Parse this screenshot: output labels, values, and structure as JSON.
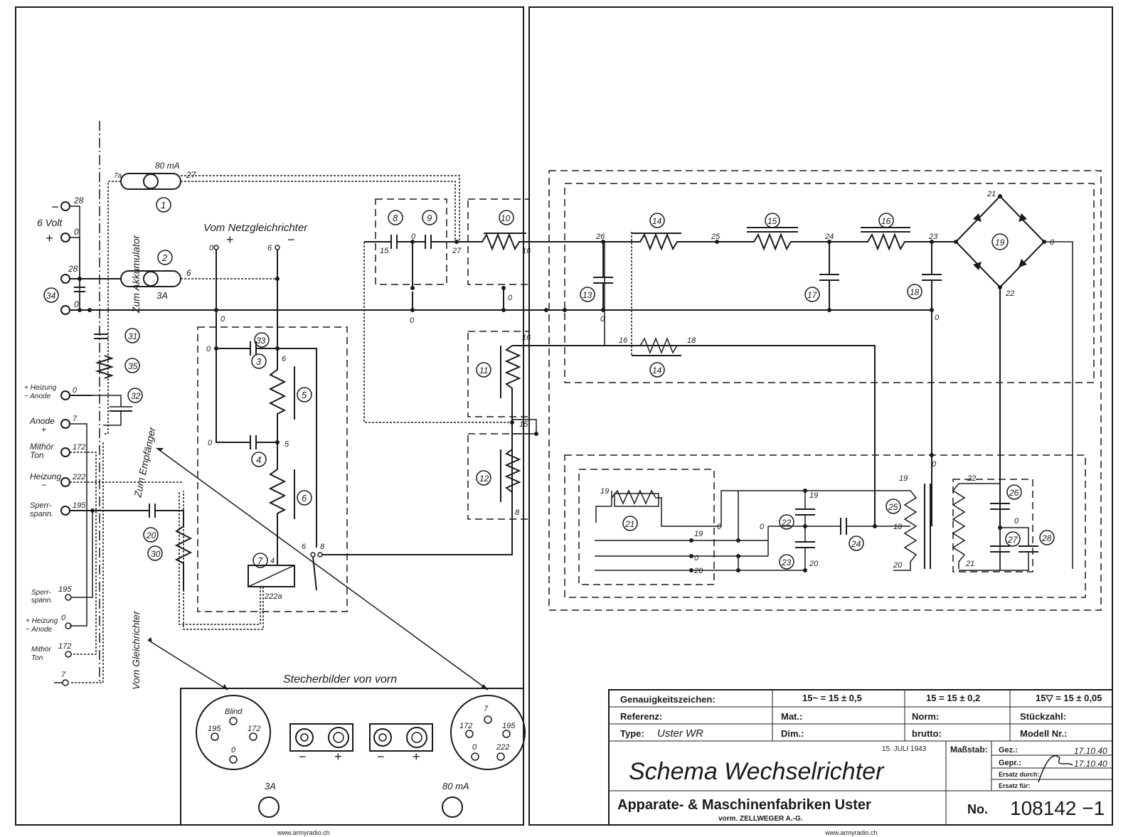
{
  "labels": {
    "battery_volt": "6 Volt",
    "zum_akkumulator": "Zum Akkumulator",
    "vom_netzgleichrichter": "Vom Netzgleichrichter",
    "zum_empfaenger": "Zum Empfänger",
    "vom_gleichrichter": "Vom Gleichrichter",
    "stecker_title": "Stecherbilder von vorn",
    "fuse_80ma": "80 mA",
    "fuse_3a": "3A",
    "plus": "+",
    "minus": "−"
  },
  "left_terminals": [
    {
      "label": "−",
      "num": "28"
    },
    {
      "label": "+",
      "num": "0"
    },
    {
      "label": "",
      "num": "28"
    },
    {
      "label": "",
      "num": "0"
    }
  ],
  "left_bottom_terminals": [
    {
      "label1": "+ Heizung",
      "label2": "− Anode",
      "num": "0"
    },
    {
      "label1": "Anode",
      "label2": "+",
      "num": "7"
    },
    {
      "label1": "Mithör",
      "label2": "Ton",
      "num": "172"
    },
    {
      "label1": "Heizung",
      "label2": "−",
      "num": "222"
    },
    {
      "label1": "Sperr-",
      "label2": "spann.",
      "num": "195"
    }
  ],
  "lower_terminals": [
    {
      "label1": "Sperr-",
      "label2": "spann.",
      "num": "195"
    },
    {
      "label1": "+ Heizung",
      "label2": "− Anode",
      "num": "0"
    },
    {
      "label1": "Mithör",
      "label2": "Ton",
      "num": "172"
    },
    {
      "label1": "",
      "label2": "",
      "num": "7"
    }
  ],
  "components": [
    "1",
    "2",
    "3",
    "4",
    "5",
    "6",
    "7",
    "8",
    "9",
    "10",
    "11",
    "12",
    "13",
    "14",
    "14",
    "15",
    "16",
    "17",
    "18",
    "19",
    "20",
    "21",
    "22",
    "23",
    "24",
    "25",
    "26",
    "27",
    "28",
    "30",
    "31",
    "32",
    "33",
    "34",
    "35"
  ],
  "node_labels": [
    "7a",
    "27",
    "6",
    "0",
    "6",
    "0",
    "6",
    "5",
    "4",
    "222a",
    "6",
    "8",
    "15",
    "0",
    "27",
    "0",
    "16",
    "0",
    "16",
    "15",
    "8",
    "26",
    "25",
    "24",
    "23",
    "21",
    "0",
    "22",
    "0",
    "0",
    "0",
    "16",
    "18",
    "0",
    "19",
    "19",
    "0",
    "0",
    "19",
    "0",
    "20",
    "0",
    "20",
    "19",
    "18",
    "20",
    "22",
    "0",
    "21"
  ],
  "plugs": {
    "left": {
      "pins": [
        "Blind",
        "195",
        "172",
        "0"
      ]
    },
    "right": {
      "pins": [
        "7",
        "172",
        "195",
        "0",
        "222"
      ]
    },
    "fuse_3a": "3A",
    "fuse_80ma": "80 mA",
    "signs": [
      "−",
      "+",
      "−",
      "+"
    ]
  },
  "title_block": {
    "genauigkeit_label": "Genauigkeitszeichen:",
    "tol1": "15~ = 15 ± 0,5",
    "tol2": "15 = 15 ± 0,2",
    "tol3": "15▽ = 15 ± 0,05",
    "referenz": "Referenz:",
    "mat": "Mat.:",
    "norm": "Norm:",
    "stueckzahl": "Stückzahl:",
    "type_label": "Type:",
    "type_value": "Uster WR",
    "dim": "Dim.:",
    "brutto": "brutto:",
    "modell": "Modell Nr.:",
    "massstab": "Maßstab:",
    "gez": "Gez.:",
    "gez_date": "17.10.40",
    "gepr": "Gepr.:",
    "gepr_date": "17.10.40",
    "ersatz_durch": "Ersatz durch:",
    "ersatz_fuer": "Ersatz für:",
    "stamp": "15. JULI 1943",
    "title": "Schema Wechselrichter",
    "company": "Apparate- & Maschinenfabriken Uster",
    "company_sub": "vorm. ZELLWEGER A.-G.",
    "no_label": "No.",
    "no_value": "108142 −1"
  },
  "watermark": [
    "www.armyradio.ch",
    "www.armyradio.ch"
  ]
}
